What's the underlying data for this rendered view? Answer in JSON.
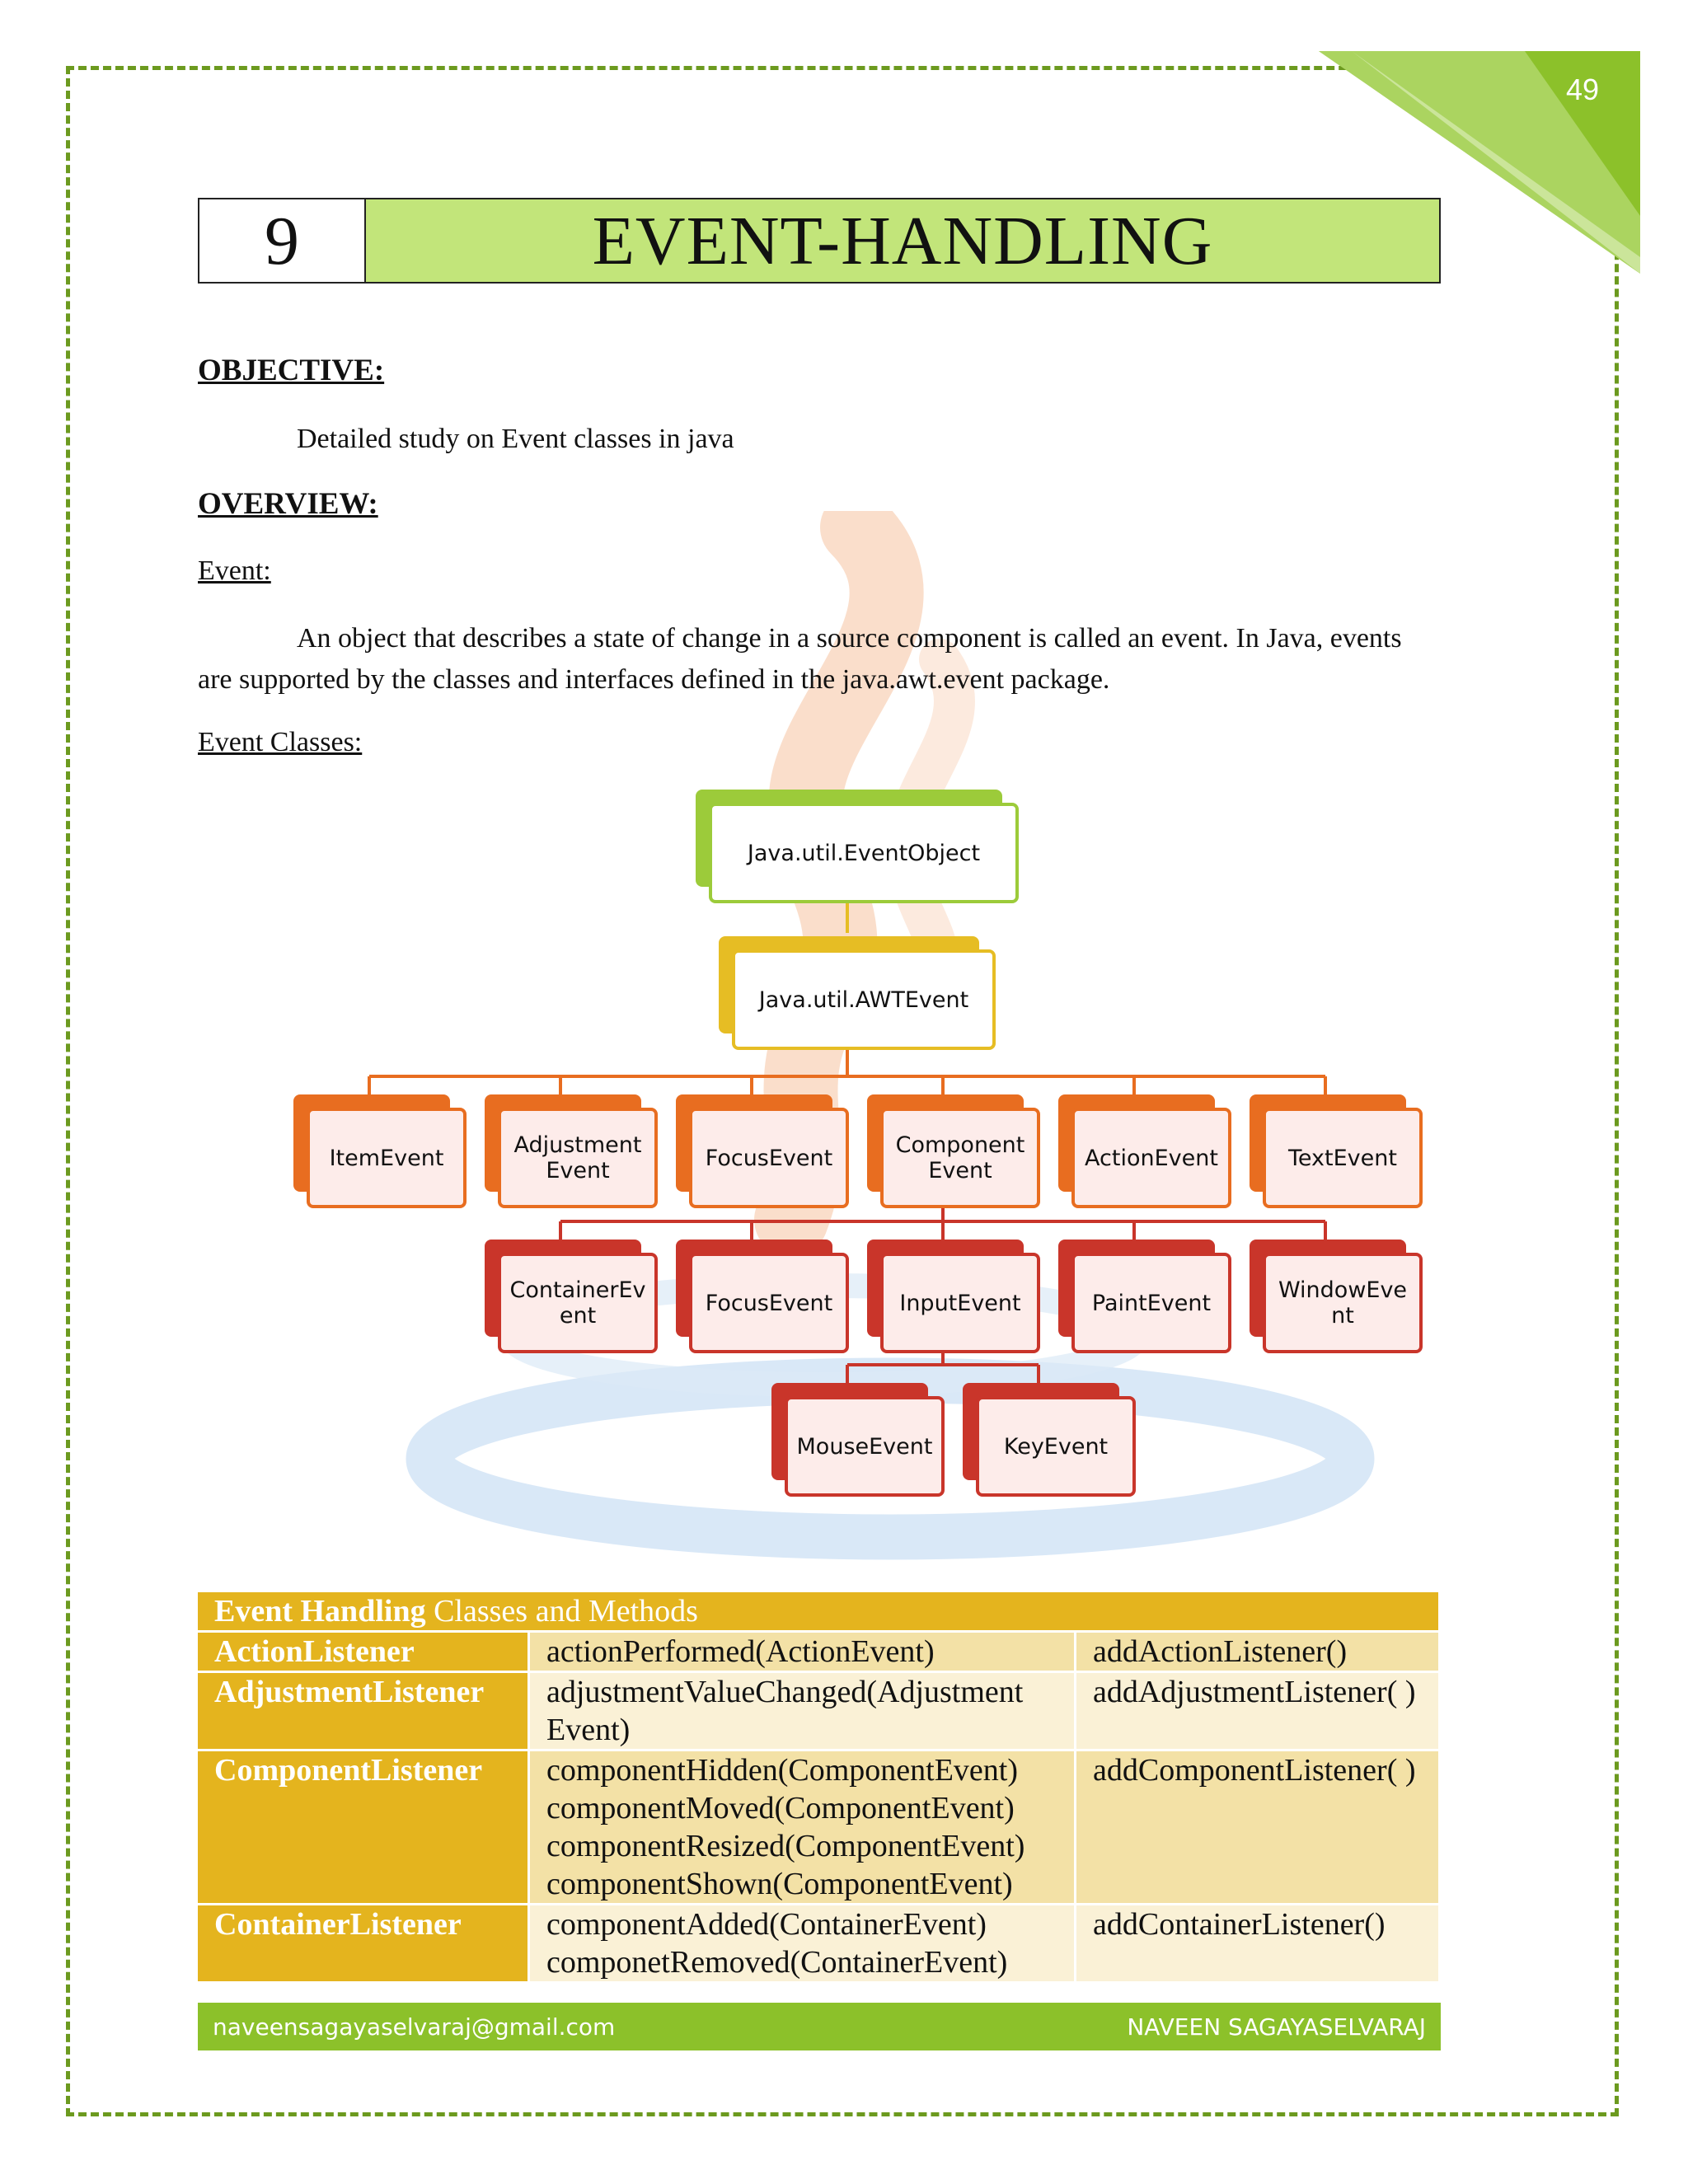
{
  "page": {
    "number": "49"
  },
  "chapter": {
    "number": "9",
    "title": "EVENT-HANDLING"
  },
  "objective": {
    "heading": "OBJECTIVE:",
    "text": "Detailed study on Event classes in java"
  },
  "overview": {
    "heading": "OVERVIEW:",
    "event_label": "Event:",
    "event_text": "An object that describes a state of change in a source component is called an event. In Java, events are supported by the classes and interfaces defined in the java.awt.event package.",
    "classes_label": "Event Classes:"
  },
  "diagram": {
    "root": "Java.util.EventObject",
    "awt": "Java.util.AWTEvent",
    "level1": [
      "ItemEvent",
      "Adjustment Event",
      "FocusEvent",
      "Component Event",
      "ActionEvent",
      "TextEvent"
    ],
    "level2": [
      "ContainerEv ent",
      "FocusEvent",
      "InputEvent",
      "PaintEvent",
      "WindowEve nt"
    ],
    "level3": [
      "MouseEvent",
      "KeyEvent"
    ],
    "colors": {
      "green": "#9ccb3a",
      "yellow": "#e6bd24",
      "orange": "#e86d20",
      "red": "#c9352a"
    }
  },
  "table": {
    "header_bold": "Event Handling",
    "header_rest": " Classes and Methods",
    "rows": [
      {
        "listener": "ActionListener",
        "methods": "actionPerformed(ActionEvent)",
        "add": "addActionListener()"
      },
      {
        "listener": "AdjustmentListener",
        "methods": "adjustmentValueChanged(Adjustment Event)",
        "add": "addAdjustmentListener( )"
      },
      {
        "listener": "ComponentListener",
        "methods": "componentHidden(ComponentEvent) componentMoved(ComponentEvent) componentResized(ComponentEvent) componentShown(ComponentEvent)",
        "add": "addComponentListener( )"
      },
      {
        "listener": "ContainerListener",
        "methods": "componentAdded(ContainerEvent) componetRemoved(ContainerEvent)",
        "add": "addContainerListener()"
      }
    ]
  },
  "footer": {
    "email": "naveensagayaselvaraj@gmail.com",
    "author": "NAVEEN SAGAYASELVARAJ"
  }
}
